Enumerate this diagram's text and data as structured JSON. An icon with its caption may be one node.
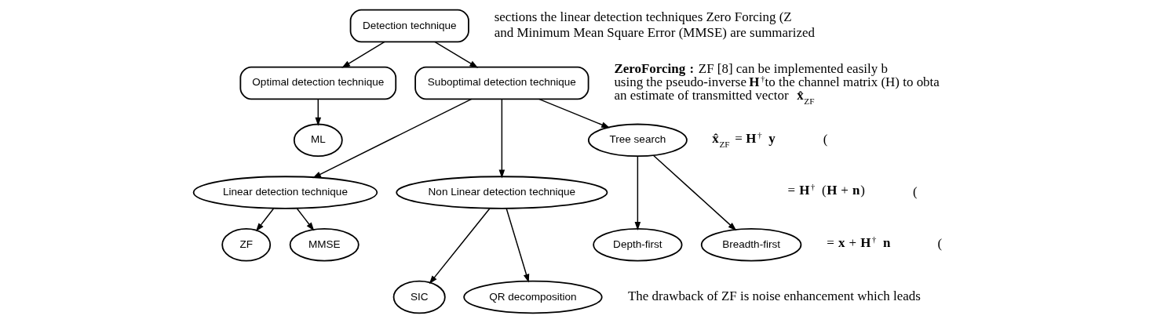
{
  "diagram": {
    "nodes": [
      {
        "text": [
          "Detection technique"
        ]
      },
      {
        "text": [
          "Optimal detection technique"
        ]
      },
      {
        "text": [
          "Suboptimal detection technique"
        ]
      },
      {
        "text": [
          "ML"
        ]
      },
      {
        "text": [
          "Tree search"
        ]
      },
      {
        "text": [
          "Non Linear detection technique"
        ]
      },
      {
        "text": [
          "Linear detection technique"
        ]
      },
      {
        "text": [
          "Depth-first"
        ]
      },
      {
        "text": [
          "Breadth-first"
        ]
      },
      {
        "text": [
          "ZF"
        ]
      },
      {
        "text": [
          "MMSE"
        ]
      },
      {
        "text": [
          "SIC"
        ]
      },
      {
        "text": [
          "QR decomposition"
        ]
      }
    ],
    "edges": [
      {
        "from": 0,
        "to": 1,
        "arrow": "to"
      },
      {
        "from": 0,
        "to": 2,
        "arrow": "to"
      },
      {
        "from": 1,
        "to": 3,
        "arrow": "to"
      },
      {
        "from": 2,
        "to": 6,
        "arrow": "to"
      },
      {
        "from": 2,
        "to": 5,
        "arrow": "to"
      },
      {
        "from": 2,
        "to": 4,
        "arrow": "to"
      },
      {
        "from": 6,
        "to": 9,
        "arrow": "to"
      },
      {
        "from": 6,
        "to": 10,
        "arrow": "to"
      },
      {
        "from": 5,
        "to": 11,
        "arrow": "to"
      },
      {
        "from": 5,
        "to": 12,
        "arrow": "to"
      },
      {
        "from": 4,
        "to": 7,
        "arrow": "to"
      },
      {
        "from": 4,
        "to": 8,
        "arrow": "to"
      }
    ],
    "labels": [
      "sections the linear detection techniques Zero Forcing (Z and Minimum Mean Square Error (MMSE) are summarized",
      "**ZeroForcing :** ZF [8] can be implemented easily b using the pseudo-inverse**H**$^{†}$to the channel matrix (H) to obta an estimate of transmitted vector **x̂**$_{ZF}$",
      "**x̂**$_{ZF}$ = **H**$^{†}$ **y**",
      "(",
      "= **H**$^{†}$ (**H** + **n**)",
      "(",
      "= **x** + **H**$^{†}$ **n**",
      "(",
      "The drawback of ZF is noise enhancement which leads"
    ]
  }
}
